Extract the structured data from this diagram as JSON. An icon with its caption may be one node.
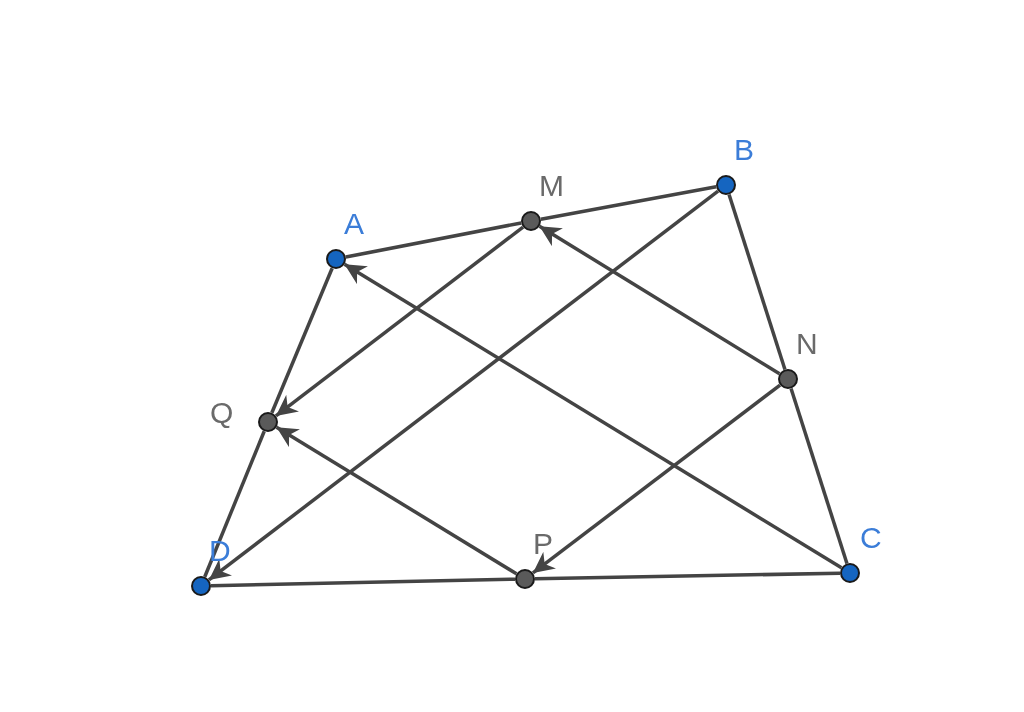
{
  "diagram": {
    "nodes": [
      {
        "text": [
          "A"
        ]
      },
      {
        "text": [
          "B"
        ]
      },
      {
        "text": [
          "C"
        ]
      },
      {
        "text": [
          "D"
        ]
      },
      {
        "text": [
          "M"
        ]
      },
      {
        "text": [
          "N"
        ]
      },
      {
        "text": [
          "P"
        ]
      },
      {
        "text": [
          "Q"
        ]
      }
    ],
    "edges": [
      {
        "from": 0,
        "to": 4,
        "arrow": "none"
      },
      {
        "from": 4,
        "to": 1,
        "arrow": "none"
      },
      {
        "from": 1,
        "to": 5,
        "arrow": "none"
      },
      {
        "from": 5,
        "to": 2,
        "arrow": "none"
      },
      {
        "from": 2,
        "to": 6,
        "arrow": "none"
      },
      {
        "from": 6,
        "to": 3,
        "arrow": "none"
      },
      {
        "from": 3,
        "to": 7,
        "arrow": "none"
      },
      {
        "from": 7,
        "to": 0,
        "arrow": "none"
      },
      {
        "from": 4,
        "to": 7,
        "arrow": "to"
      },
      {
        "from": 5,
        "to": 4,
        "arrow": "to"
      },
      {
        "from": 5,
        "to": 6,
        "arrow": "to"
      },
      {
        "from": 6,
        "to": 7,
        "arrow": "to"
      },
      {
        "from": 1,
        "to": 3,
        "arrow": "to"
      },
      {
        "from": 2,
        "to": 0,
        "arrow": "to"
      }
    ]
  }
}
